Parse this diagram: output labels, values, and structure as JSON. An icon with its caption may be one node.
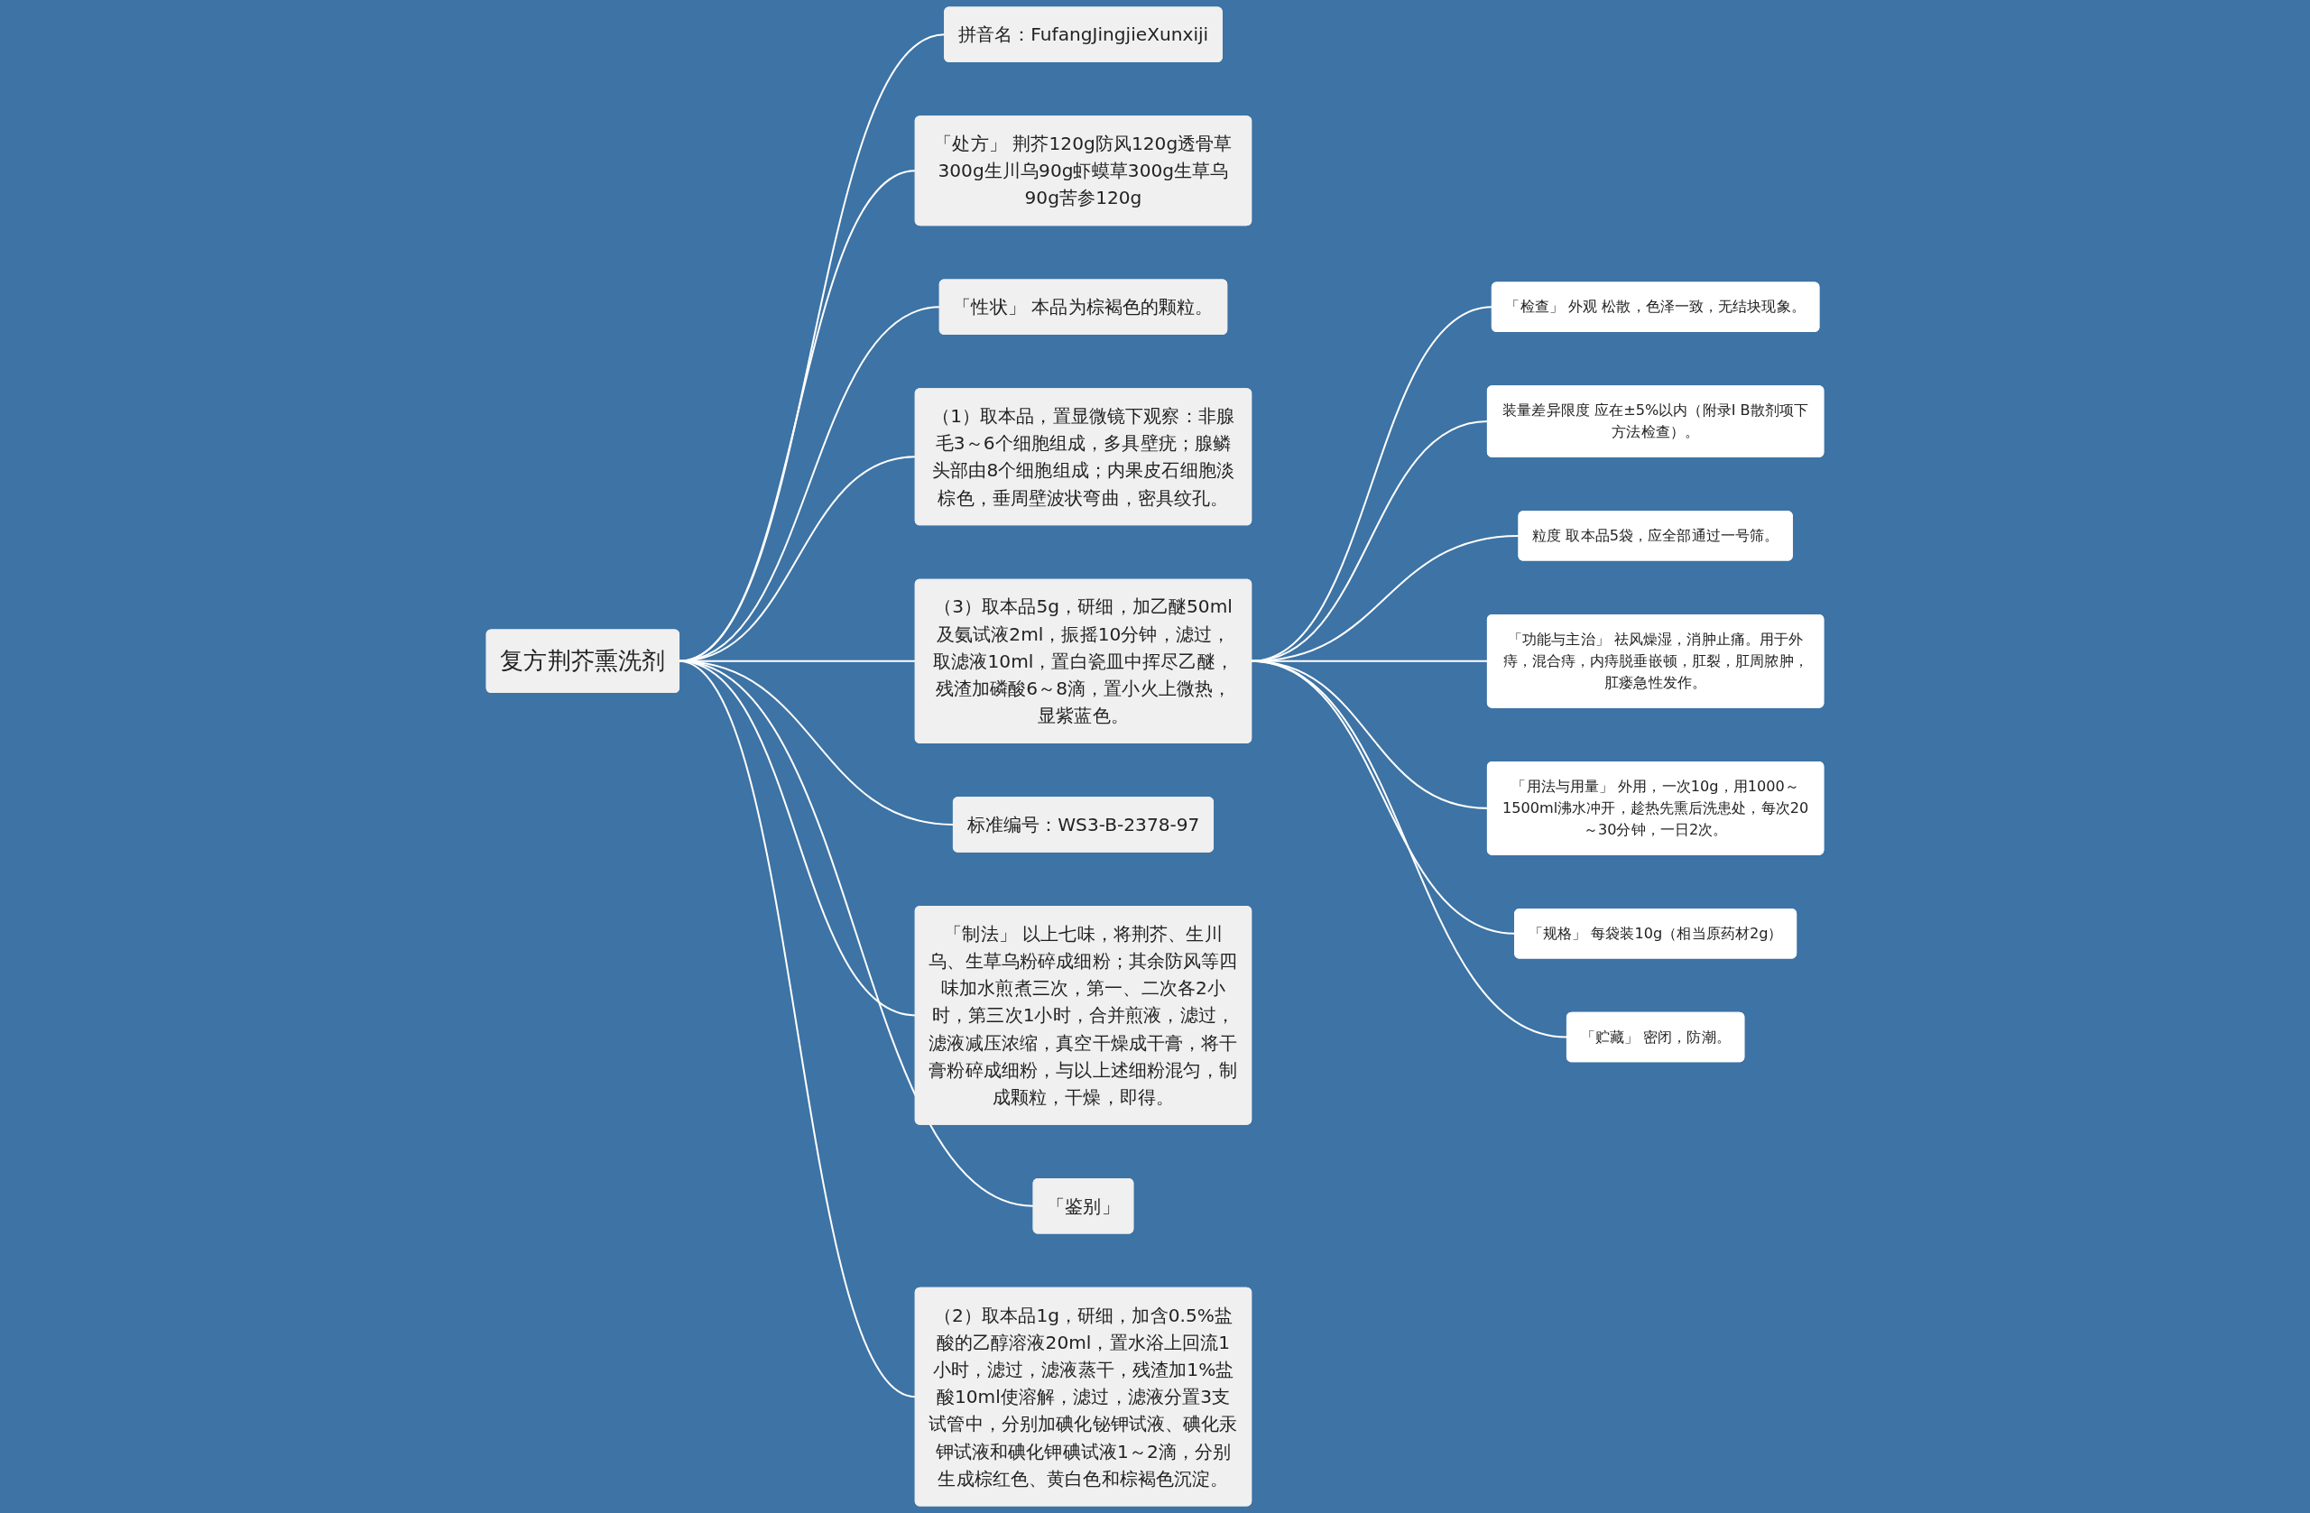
{
  "diagram": {
    "nodes": [
      {
        "text": [
          "复方荆芥熏洗剂"
        ]
      },
      {
        "text": [
          "拼音名：FufangJingjieXunxiji"
        ]
      },
      {
        "text": [
          "「处方」 荆芥120g防风120g透骨草300g生川乌90g虾蟆草300g生草乌90g苦参120g"
        ]
      },
      {
        "text": [
          "「性状」 本品为棕褐色的颗粒。"
        ]
      },
      {
        "text": [
          "（1）取本品，置显微镜下观察：非腺毛3～6个细胞组成，多具壁疣；腺鳞头部由8个细胞组成；内果皮石细胞淡棕色，垂周壁波状弯曲，密具纹孔。"
        ]
      },
      {
        "text": [
          "（3）取本品5g，研细，加乙醚50ml及氨试液2ml，振摇10分钟，滤过，取滤液10ml，置白瓷皿中挥尽乙醚，残渣加磷酸6～8滴，置小火上微热，显紫蓝色。"
        ]
      },
      {
        "text": [
          "「检查」 外观 松散，色泽一致，无结块现象。"
        ]
      },
      {
        "text": [
          "装量差异限度 应在±5%以内（附录Ⅰ B散剂项下方法检查）。"
        ]
      },
      {
        "text": [
          "粒度 取本品5袋，应全部通过一号筛。"
        ]
      },
      {
        "text": [
          "「功能与主治」 祛风燥湿，消肿止痛。用于外痔，混合痔，内痔脱垂嵌顿，肛裂，肛周脓肿，肛瘘急性发作。"
        ]
      },
      {
        "text": [
          "「用法与用量」 外用，一次10g，用1000～1500ml沸水冲开，趁热先熏后洗患处，每次20～30分钟，一日2次。"
        ]
      },
      {
        "text": [
          "「规格」 每袋装10g（相当原药材2g）"
        ]
      },
      {
        "text": [
          "「贮藏」 密闭，防潮。"
        ]
      },
      {
        "text": [
          "标准编号：WS3-B-2378-97"
        ]
      },
      {
        "text": [
          "「制法」 以上七味，将荆芥、生川乌、生草乌粉碎成细粉；其余防风等四味加水煎煮三次，第一、二次各2小时，第三次1小时，合并煎液，滤过，滤液减压浓缩，真空干燥成干膏，将干膏粉碎成细粉，与以上述细粉混匀，制成颗粒，干燥，即得。"
        ]
      },
      {
        "text": [
          "「鉴别」"
        ]
      },
      {
        "text": [
          "（2）取本品1g，研细，加含0.5%盐酸的乙醇溶液20ml，置水浴上回流1小时，滤过，滤液蒸干，残渣加1%盐酸10ml使溶解，滤过，滤液分置3支试管中，分别加碘化铋钾试液、碘化汞钾试液和碘化钾碘试液1～2滴，分别生成棕红色、黄白色和棕褐色沉淀。"
        ]
      }
    ],
    "edges": [
      {
        "from": 0,
        "to": 1,
        "arrow": "none"
      },
      {
        "from": 0,
        "to": 2,
        "arrow": "none"
      },
      {
        "from": 0,
        "to": 3,
        "arrow": "none"
      },
      {
        "from": 0,
        "to": 4,
        "arrow": "none"
      },
      {
        "from": 0,
        "to": 5,
        "arrow": "none"
      },
      {
        "from": 5,
        "to": 6,
        "arrow": "none"
      },
      {
        "from": 5,
        "to": 7,
        "arrow": "none"
      },
      {
        "from": 5,
        "to": 8,
        "arrow": "none"
      },
      {
        "from": 5,
        "to": 9,
        "arrow": "none"
      },
      {
        "from": 5,
        "to": 10,
        "arrow": "none"
      },
      {
        "from": 5,
        "to": 11,
        "arrow": "none"
      },
      {
        "from": 5,
        "to": 12,
        "arrow": "none"
      },
      {
        "from": 0,
        "to": 13,
        "arrow": "none"
      },
      {
        "from": 0,
        "to": 14,
        "arrow": "none"
      },
      {
        "from": 0,
        "to": 15,
        "arrow": "none"
      },
      {
        "from": 0,
        "to": 16,
        "arrow": "none"
      }
    ]
  }
}
